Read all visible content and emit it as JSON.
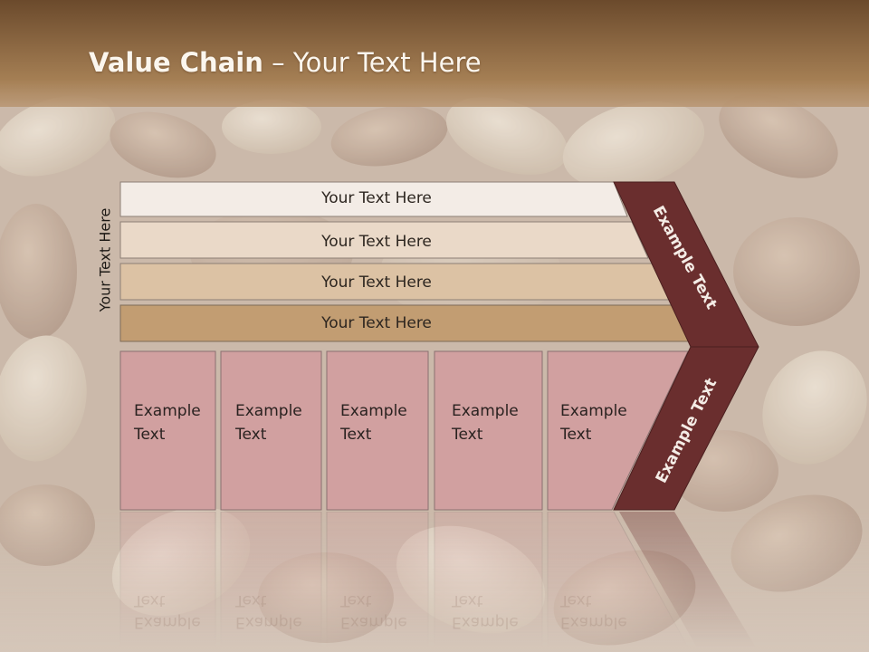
{
  "title": {
    "bold": "Value Chain",
    "rest": " – Your Text Here"
  },
  "side_label": "Your Text Here",
  "support_rows": [
    {
      "label": "Your Text Here",
      "color": "#f3ece6"
    },
    {
      "label": "Your Text Here",
      "color": "#ead9c8"
    },
    {
      "label": "Your Text Here",
      "color": "#dcc2a4"
    },
    {
      "label": "Your Text Here",
      "color": "#c29d72"
    }
  ],
  "primary_boxes": [
    {
      "line1": "Example",
      "line2": "Text"
    },
    {
      "line1": "Example",
      "line2": "Text"
    },
    {
      "line1": "Example",
      "line2": "Text"
    },
    {
      "line1": "Example",
      "line2": "Text"
    },
    {
      "line1": "Example",
      "line2": "Text"
    }
  ],
  "arrow": {
    "top_label": "Example Text",
    "bottom_label": "Example Text"
  },
  "colors": {
    "banner": "#8a6440",
    "box_fill": "#d1a0a0",
    "arrow_fill": "#6a2e2e"
  }
}
